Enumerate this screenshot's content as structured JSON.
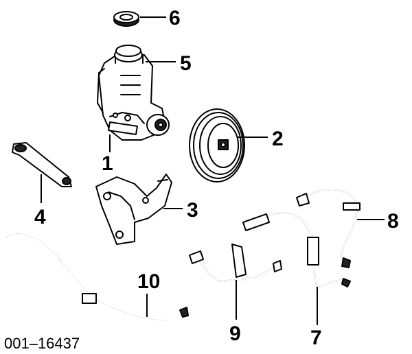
{
  "figure_id": "001–16437",
  "callouts": {
    "c1": "1",
    "c2": "2",
    "c3": "3",
    "c4": "4",
    "c5": "5",
    "c6": "6",
    "c7": "7",
    "c8": "8",
    "c9": "9",
    "c10": "10"
  }
}
